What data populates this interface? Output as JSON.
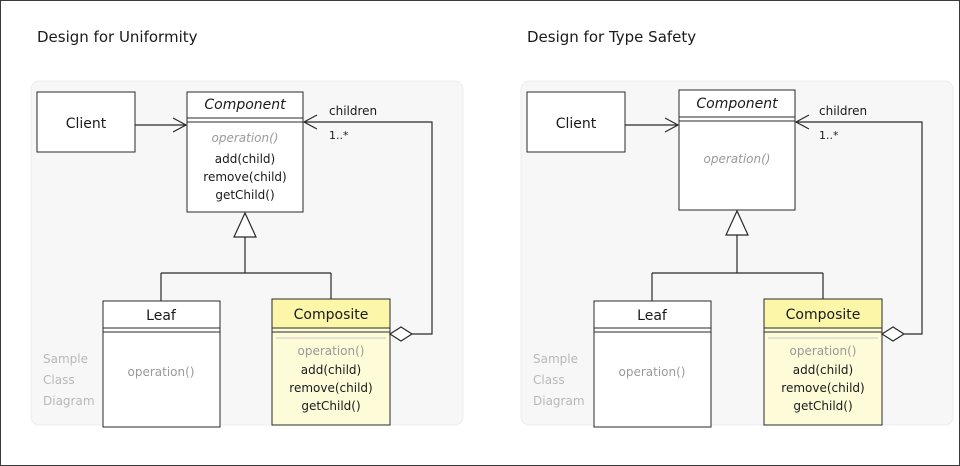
{
  "diagrams": [
    {
      "title": "Design for Uniformity",
      "watermark": [
        "Sample",
        "Class",
        "Diagram"
      ],
      "client": {
        "name": "Client"
      },
      "component": {
        "name": "Component",
        "ops_abstract": [
          "operation()"
        ],
        "ops": [
          "add(child)",
          "remove(child)",
          "getChild()"
        ]
      },
      "leaf": {
        "name": "Leaf",
        "ops": [
          "operation()"
        ]
      },
      "composite": {
        "name": "Composite",
        "ops_gray": [
          "operation()"
        ],
        "ops": [
          "add(child)",
          "remove(child)",
          "getChild()"
        ]
      },
      "association": {
        "role": "children",
        "multiplicity": "1..*"
      }
    },
    {
      "title": "Design for Type Safety",
      "watermark": [
        "Sample",
        "Class",
        "Diagram"
      ],
      "client": {
        "name": "Client"
      },
      "component": {
        "name": "Component",
        "ops_abstract": [
          "operation()"
        ],
        "ops": []
      },
      "leaf": {
        "name": "Leaf",
        "ops": [
          "operation()"
        ]
      },
      "composite": {
        "name": "Composite",
        "ops_gray": [
          "operation()"
        ],
        "ops": [
          "add(child)",
          "remove(child)",
          "getChild()"
        ]
      },
      "association": {
        "role": "children",
        "multiplicity": "1..*"
      }
    }
  ]
}
